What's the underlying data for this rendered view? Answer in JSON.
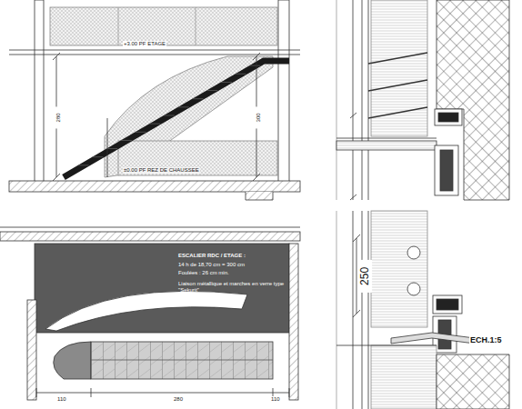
{
  "diagram": {
    "labels": [
      "+3.00 PF ETAGE",
      "±0.00 PF REZ DE CHAUSSEE",
      "280",
      "300",
      "ESCALIER RDC / ETAGE :",
      "14 h de 18,70 cm = 300 cm",
      "Foulées : 26 cm min.",
      "Liaison métallique et marches en verre type \"Sekurit\"",
      "110",
      "280",
      "110",
      "250",
      "ECH.1:5"
    ]
  }
}
